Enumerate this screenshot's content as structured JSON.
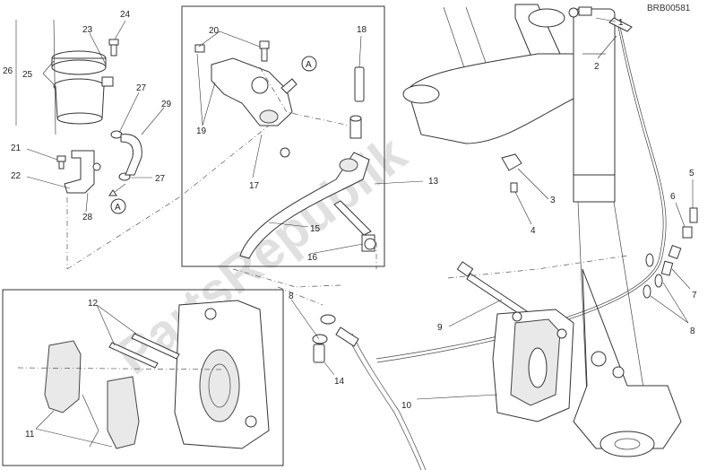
{
  "diagram": {
    "code": "BRB00581",
    "watermark": "PartsRepublik",
    "arrow_refs": [
      "A",
      "A"
    ],
    "callouts": [
      "1",
      "2",
      "3",
      "4",
      "5",
      "6",
      "7",
      "8",
      "8",
      "9",
      "10",
      "11",
      "12",
      "13",
      "14",
      "15",
      "16",
      "17",
      "18",
      "19",
      "20",
      "21",
      "22",
      "23",
      "24",
      "25",
      "26",
      "27",
      "27",
      "28",
      "29"
    ]
  }
}
